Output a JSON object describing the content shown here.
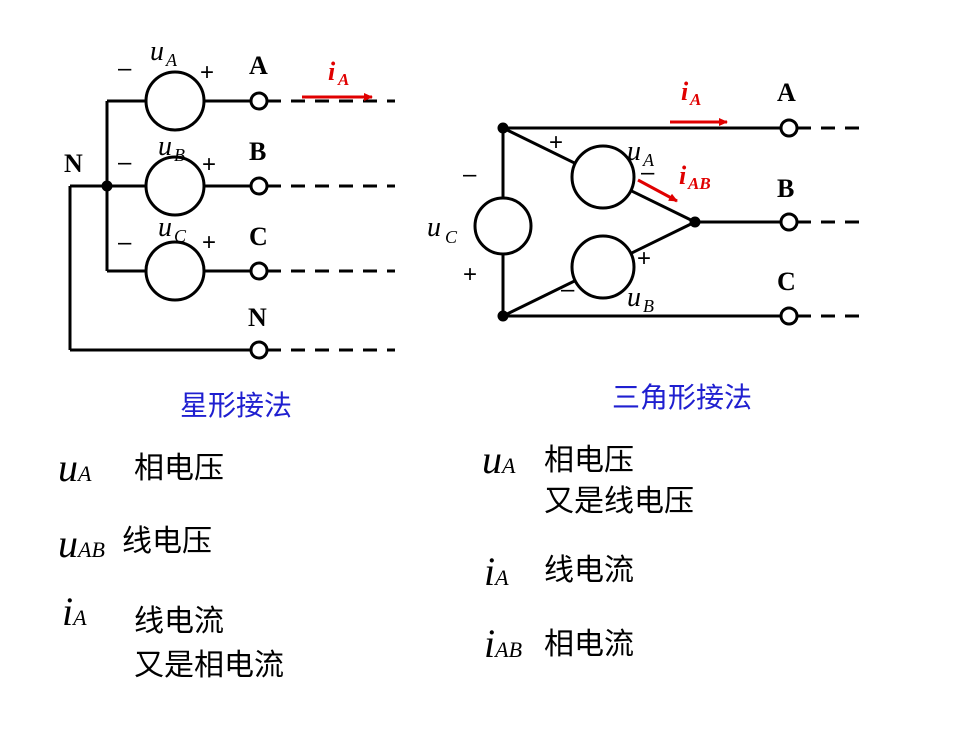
{
  "star": {
    "sources": [
      {
        "symbol": "u",
        "sub": "A",
        "minus": "–",
        "plus": "+"
      },
      {
        "symbol": "u",
        "sub": "B",
        "minus": "–",
        "plus": "+"
      },
      {
        "symbol": "u",
        "sub": "C",
        "minus": "–",
        "plus": "+"
      }
    ],
    "neutral_label": "N",
    "terminals": [
      "A",
      "B",
      "C",
      "N"
    ],
    "current": {
      "symbol": "i",
      "sub": "A"
    },
    "caption": "星形接法",
    "notes": [
      {
        "symbol": "u",
        "sub": "A",
        "lines": [
          "相电压"
        ]
      },
      {
        "symbol": "u",
        "sub": "AB",
        "lines": [
          "线电压"
        ]
      },
      {
        "symbol": "i",
        "sub": "A",
        "lines": [
          "线电流",
          "又是相电流"
        ]
      }
    ]
  },
  "delta": {
    "sources": [
      {
        "symbol": "u",
        "sub": "A",
        "minus": "–",
        "plus": "+"
      },
      {
        "symbol": "u",
        "sub": "B",
        "minus": "–",
        "plus": "+"
      },
      {
        "symbol": "u",
        "sub": "C",
        "minus": "–",
        "plus": "+"
      }
    ],
    "terminals": [
      "A",
      "B",
      "C"
    ],
    "line_current": {
      "symbol": "i",
      "sub": "A"
    },
    "phase_current": {
      "symbol": "i",
      "sub": "AB"
    },
    "caption": "三角形接法",
    "notes": [
      {
        "symbol": "u",
        "sub": "A",
        "lines": [
          "相电压",
          "又是线电压"
        ]
      },
      {
        "symbol": "i",
        "sub": "A",
        "lines": [
          "线电流"
        ]
      },
      {
        "symbol": "i",
        "sub": "AB",
        "lines": [
          "相电流"
        ]
      }
    ]
  },
  "colors": {
    "accent_red": "#e00000",
    "caption_blue": "#1f1fd0",
    "ink": "#000000"
  }
}
